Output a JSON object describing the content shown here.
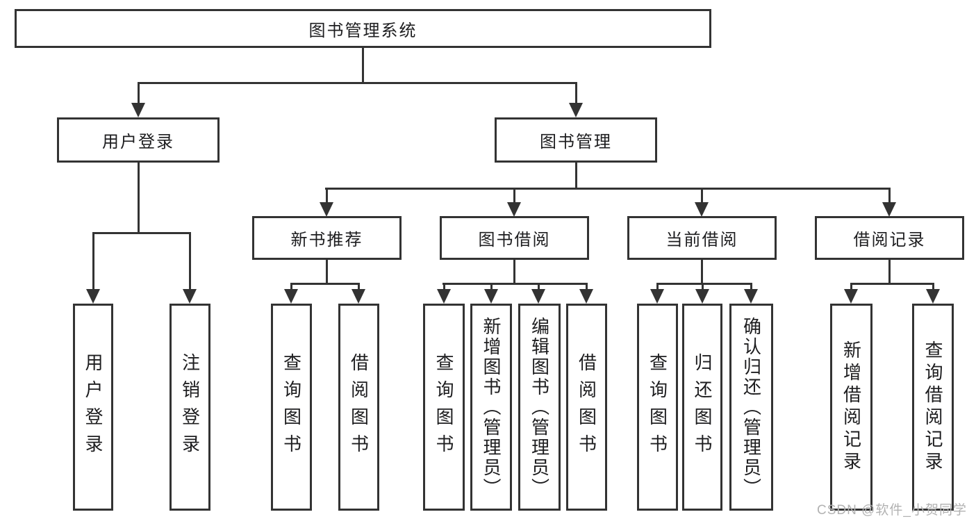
{
  "diagram_title": "图书管理系统",
  "colors": {
    "line": "#333333",
    "box_border": "#333333",
    "box_fill": "#ffffff",
    "text": "#1d1d1f",
    "watermark": "#b2b2b2",
    "background": "#ffffff"
  },
  "nodes": {
    "root": "图书管理系统",
    "user_login": "用户登录",
    "book_management": "图书管理",
    "new_book_recommend": "新书推荐",
    "book_borrowing": "图书借阅",
    "current_borrowing": "当前借阅",
    "borrowing_records": "借阅记录"
  },
  "leaves": {
    "user_login": [
      "用户登录",
      "注销登录"
    ],
    "new_book_recommend": [
      "查询图书",
      "借阅图书"
    ],
    "book_borrowing": [
      "查询图书",
      "新增图书（管理员）",
      "编辑图书（管理员）",
      "借阅图书"
    ],
    "current_borrowing": [
      "查询图书",
      "归还图书",
      "确认归还（管理员）"
    ],
    "borrowing_records": [
      "新增借阅记录",
      "查询借阅记录"
    ]
  },
  "hierarchy": {
    "图书管理系统": [
      "用户登录",
      "图书管理"
    ],
    "用户登录": [
      "用户登录",
      "注销登录"
    ],
    "图书管理": [
      "新书推荐",
      "图书借阅",
      "当前借阅",
      "借阅记录"
    ],
    "新书推荐": [
      "查询图书",
      "借阅图书"
    ],
    "图书借阅": [
      "查询图书",
      "新增图书（管理员）",
      "编辑图书（管理员）",
      "借阅图书"
    ],
    "当前借阅": [
      "查询图书",
      "归还图书",
      "确认归还（管理员）"
    ],
    "借阅记录": [
      "新增借阅记录",
      "查询借阅记录"
    ]
  },
  "watermark": "CSDN @软件_小贺同学"
}
